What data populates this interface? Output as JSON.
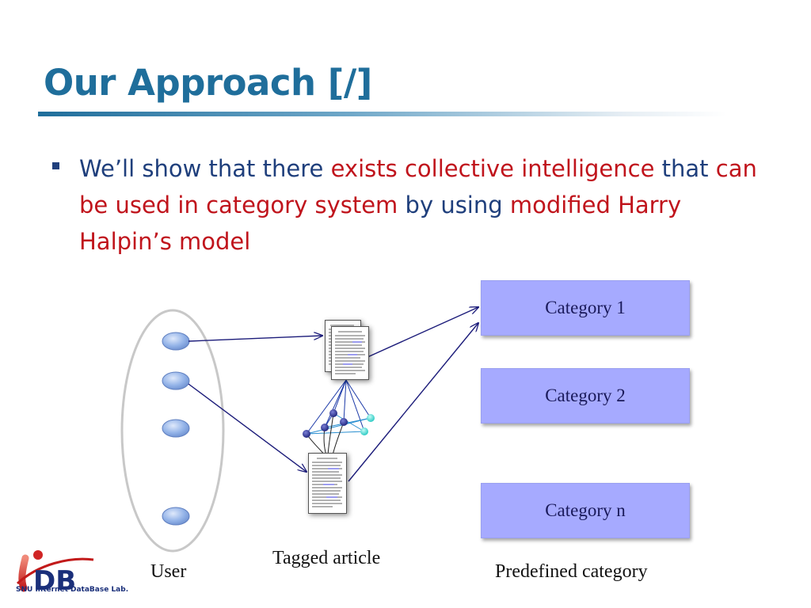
{
  "slide": {
    "title": "Our Approach [/]",
    "bullet": {
      "part1": "We’ll show that there ",
      "part2": "exists collective intelligence",
      "part3": " that ",
      "part4": "can be used in category system",
      "part5": " by using ",
      "part6": "modified Harry Halpin’s model"
    }
  },
  "diagram": {
    "categories": [
      "Category 1",
      "Category 2",
      "Category n"
    ],
    "user_label": "User",
    "article_label": "Tagged article",
    "category_group_label": "Predefined category"
  },
  "logo": {
    "mark": "iDB",
    "subtitle": "SNU Internet DataBase Lab."
  },
  "colors": {
    "title": "#1f6e9b",
    "body_text": "#1f3f7c",
    "highlight": "#c0141c",
    "category_fill": "#a6aaff",
    "arrow": "#1c1c7a",
    "user_node": "#8fb0e6",
    "ellipse_stroke": "#c8c8c8"
  },
  "icons": [
    "square-bullet-icon",
    "document-icon",
    "tag-graph-icon",
    "arrow-icon"
  ]
}
